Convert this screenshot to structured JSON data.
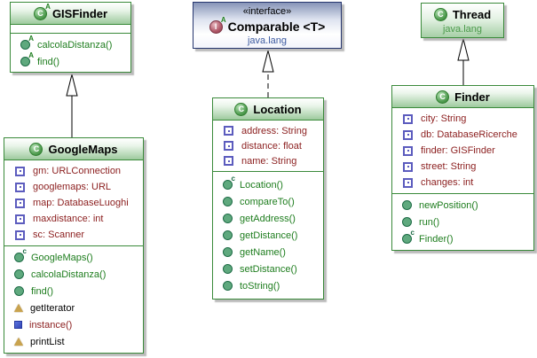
{
  "diagram_title": "UML class diagram",
  "icons": {
    "class_glyph": "C",
    "interface_glyph": "I",
    "abstract_sup": "A",
    "ctor_sup": "c"
  },
  "colors": {
    "class_border": "#3a8a3a",
    "class_header_gradient_bottom": "#9eca9e",
    "interface_border": "#26366e",
    "interface_header_top": "#8694b8",
    "field_text": "#8b1e1e",
    "method_text": "#1e7d1e",
    "package_green": "#4a9a4a",
    "package_blue": "#3c5aa0",
    "triangle_icon": "#c9a34e",
    "square_icon": "#3246b4"
  },
  "classes": {
    "gisfinder": {
      "title": "GISFinder",
      "kind": "abstract class",
      "methods": [
        "calcolaDistanza()",
        "find()"
      ]
    },
    "comparable": {
      "stereotype": "«interface»",
      "title": "Comparable <T>",
      "package": "java.lang"
    },
    "thread": {
      "title": "Thread",
      "package": "java.lang"
    },
    "googlemaps": {
      "title": "GoogleMaps",
      "fields": [
        "gm: URLConnection",
        "googlemaps: URL",
        "map: DatabaseLuoghi",
        "maxdistance: int",
        "sc: Scanner"
      ],
      "methods": [
        "GoogleMaps()",
        "calcolaDistanza()",
        "find()",
        "getIterator",
        "instance()",
        "printList"
      ]
    },
    "location": {
      "title": "Location",
      "fields": [
        "address: String",
        "distance: float",
        "name: String"
      ],
      "methods": [
        "Location()",
        "compareTo()",
        "getAddress()",
        "getDistance()",
        "getName()",
        "setDistance()",
        "toString()"
      ]
    },
    "finder": {
      "title": "Finder",
      "fields": [
        "city: String",
        "db: DatabaseRicerche",
        "finder: GISFinder",
        "street: String",
        "changes: int"
      ],
      "methods": [
        "newPosition()",
        "run()",
        "Finder()"
      ]
    }
  },
  "relations": [
    {
      "from": "GoogleMaps",
      "to": "GISFinder",
      "type": "extends"
    },
    {
      "from": "Location",
      "to": "Comparable",
      "type": "implements"
    },
    {
      "from": "Finder",
      "to": "Thread",
      "type": "extends"
    }
  ]
}
